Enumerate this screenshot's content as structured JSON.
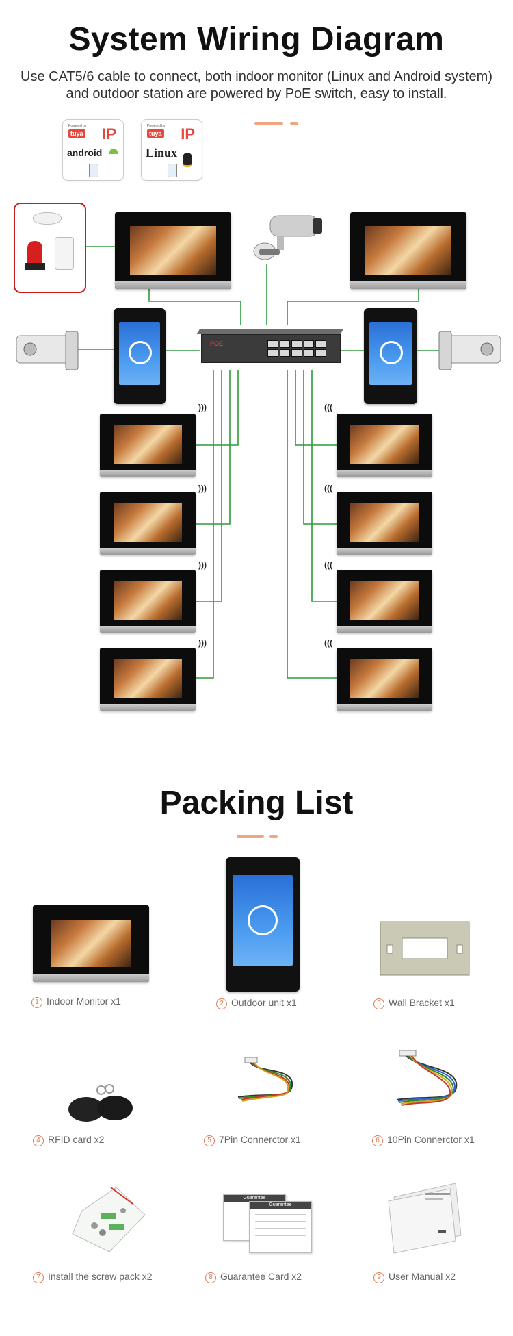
{
  "wiring": {
    "title": "System Wiring Diagram",
    "subtitle_line1": "Use CAT5/6 cable to connect, both indoor monitor (Linux and Android system)",
    "subtitle_line2": "and outdoor station are powered by PoE switch, easy to install.",
    "badges": [
      {
        "powered": "Powered by",
        "brand": "tuya",
        "proto": "IP",
        "os": "android"
      },
      {
        "powered": "Powered by",
        "brand": "tuya",
        "proto": "IP",
        "os": "Linux"
      }
    ],
    "switch_brand": "POE",
    "wire_color": "#2e9a3a",
    "alarm_border_color": "#c91d1d"
  },
  "packing": {
    "title": "Packing List",
    "items": [
      {
        "num": "1",
        "label": "Indoor Monitor x1"
      },
      {
        "num": "2",
        "label": "Outdoor unit x1"
      },
      {
        "num": "3",
        "label": "Wall Bracket x1"
      },
      {
        "num": "4",
        "label": "RFID card x2"
      },
      {
        "num": "5",
        "label": "7Pin Connerctor x1"
      },
      {
        "num": "6",
        "label": "10Pin Connerctor x1"
      },
      {
        "num": "7",
        "label": "Install the screw pack x2"
      },
      {
        "num": "8",
        "label": "Guarantee Card x2"
      },
      {
        "num": "9",
        "label": "User Manual x2"
      }
    ],
    "guarantee_card_title": "Guarantee",
    "accent_color": "#f0a583"
  }
}
